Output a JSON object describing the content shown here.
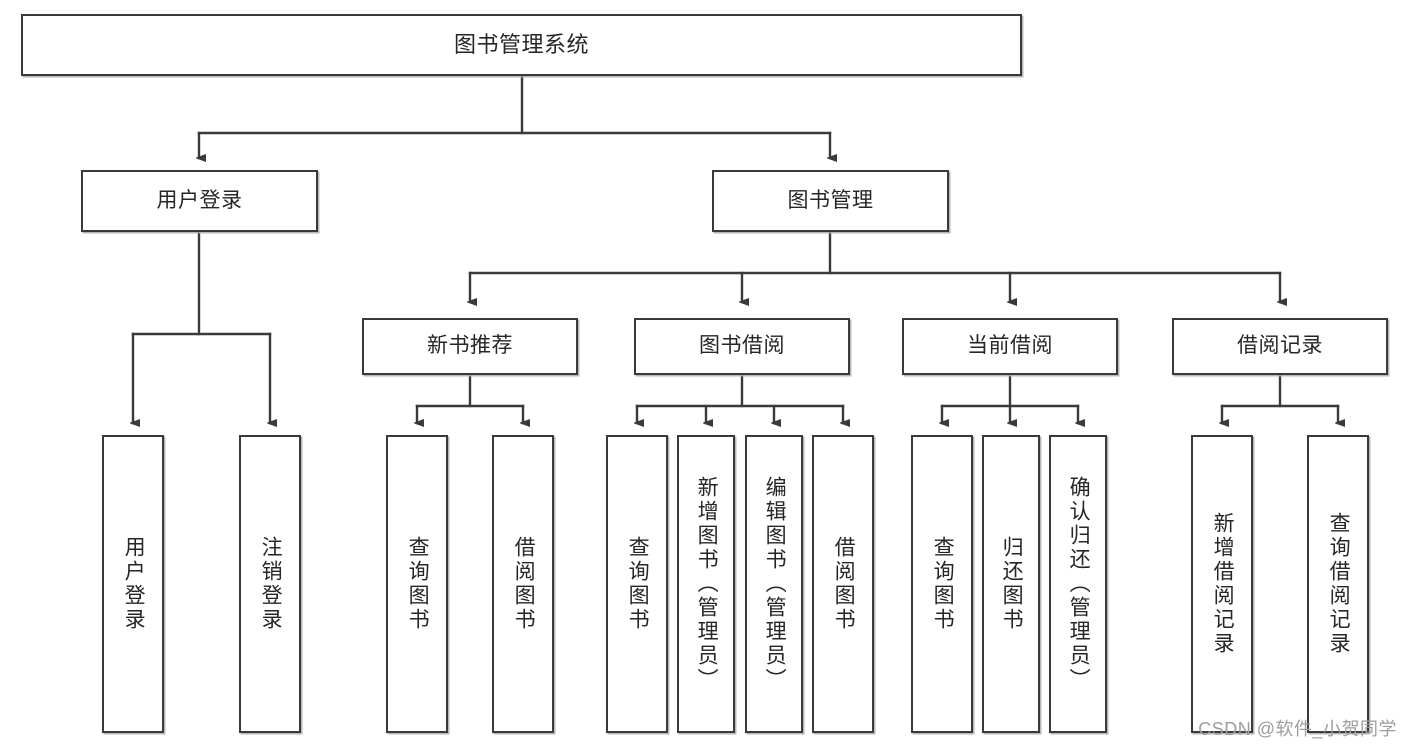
{
  "diagram": {
    "type": "tree",
    "title": "图书管理系统",
    "watermark": "CSDN @软件_小贺同学",
    "colors": {
      "border": "#3a3a3a",
      "text": "#262626",
      "background": "#ffffff",
      "wire": "#3a3a3a",
      "watermark": "#9d9d9d"
    },
    "nodes": {
      "root": {
        "label": "图书管理系统"
      },
      "level2": [
        {
          "label": "用户登录"
        },
        {
          "label": "图书管理"
        }
      ],
      "level3": [
        {
          "label": "新书推荐"
        },
        {
          "label": "图书借阅"
        },
        {
          "label": "当前借阅"
        },
        {
          "label": "借阅记录"
        }
      ],
      "leaves": {
        "user_login": [
          {
            "label": "用户登录"
          },
          {
            "label": "注销登录"
          }
        ],
        "new_book": [
          {
            "label": "查询图书"
          },
          {
            "label": "借阅图书"
          }
        ],
        "book_borrow": [
          {
            "label": "查询图书"
          },
          {
            "label": "新增图书（管理员）"
          },
          {
            "label": "编辑图书（管理员）"
          },
          {
            "label": "借阅图书"
          }
        ],
        "current_borrow": [
          {
            "label": "查询图书"
          },
          {
            "label": "归还图书"
          },
          {
            "label": "确认归还（管理员）"
          }
        ],
        "borrow_record": [
          {
            "label": "新增借阅记录"
          },
          {
            "label": "查询借阅记录"
          }
        ]
      }
    }
  }
}
